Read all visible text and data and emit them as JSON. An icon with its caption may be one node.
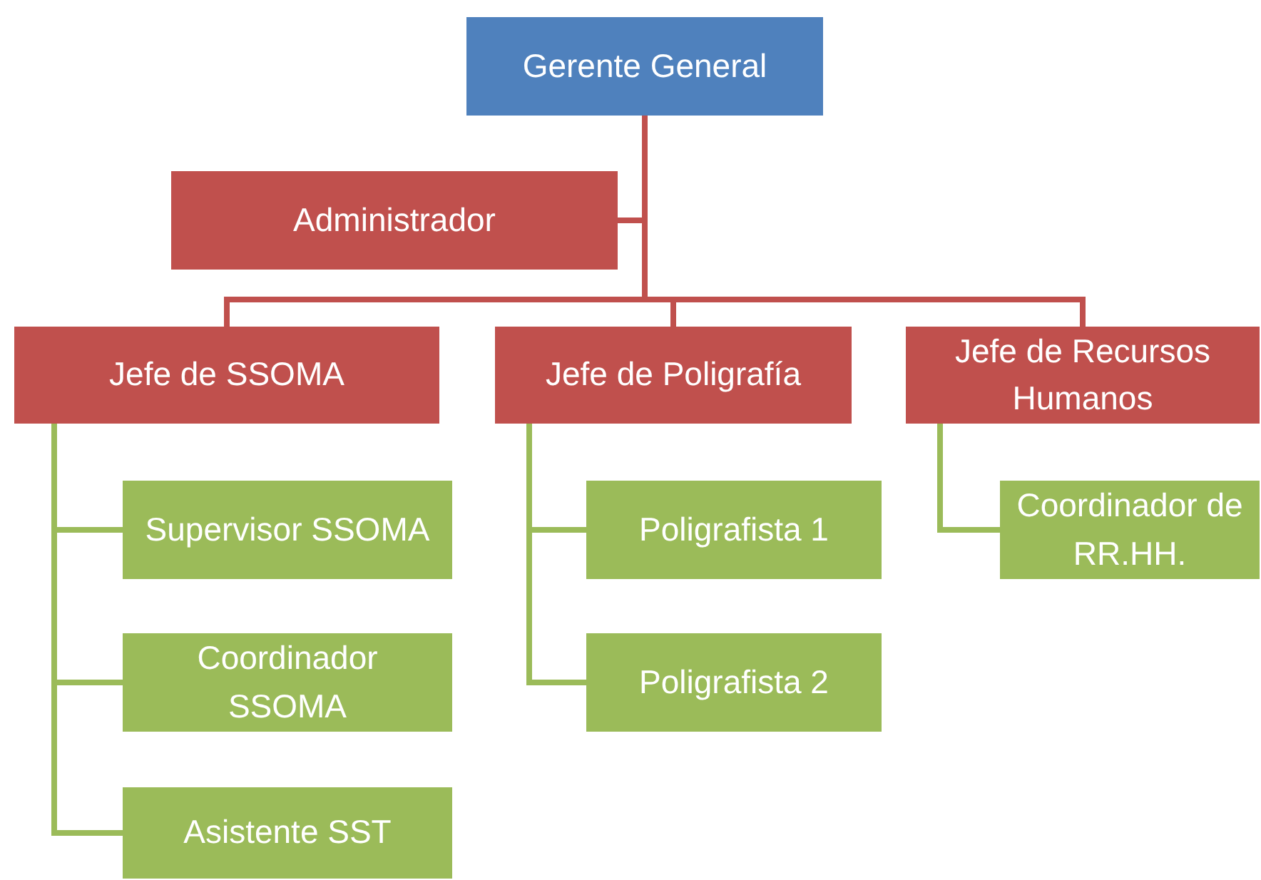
{
  "diagram": {
    "nodes": [
      {
        "text": [
          "Gerente General"
        ]
      },
      {
        "text": [
          "Administrador"
        ]
      },
      {
        "text": [
          "Jefe de SSOMA"
        ]
      },
      {
        "text": [
          "Jefe de Poligrafía"
        ]
      },
      {
        "text": [
          "Jefe de Recursos Humanos"
        ]
      },
      {
        "text": [
          "Supervisor SSOMA"
        ]
      },
      {
        "text": [
          "Coordinador SSOMA"
        ]
      },
      {
        "text": [
          "Asistente SST"
        ]
      },
      {
        "text": [
          "Poligrafista 1"
        ]
      },
      {
        "text": [
          "Poligrafista 2"
        ]
      },
      {
        "text": [
          "Coordinador de RR.HH."
        ]
      }
    ],
    "edges": [
      {
        "from": 0,
        "to": 1,
        "arrow": "none",
        "color": "#c0504d"
      },
      {
        "from": 0,
        "to": 2,
        "arrow": "none",
        "color": "#c0504d"
      },
      {
        "from": 0,
        "to": 3,
        "arrow": "none",
        "color": "#c0504d"
      },
      {
        "from": 0,
        "to": 4,
        "arrow": "none",
        "color": "#c0504d"
      },
      {
        "from": 2,
        "to": 5,
        "arrow": "none"
      },
      {
        "from": 2,
        "to": 6,
        "arrow": "none"
      },
      {
        "from": 2,
        "to": 7,
        "arrow": "none"
      },
      {
        "from": 3,
        "to": 8,
        "arrow": "none"
      },
      {
        "from": 3,
        "to": 9,
        "arrow": "none"
      },
      {
        "from": 4,
        "to": 10,
        "arrow": "none"
      }
    ]
  }
}
